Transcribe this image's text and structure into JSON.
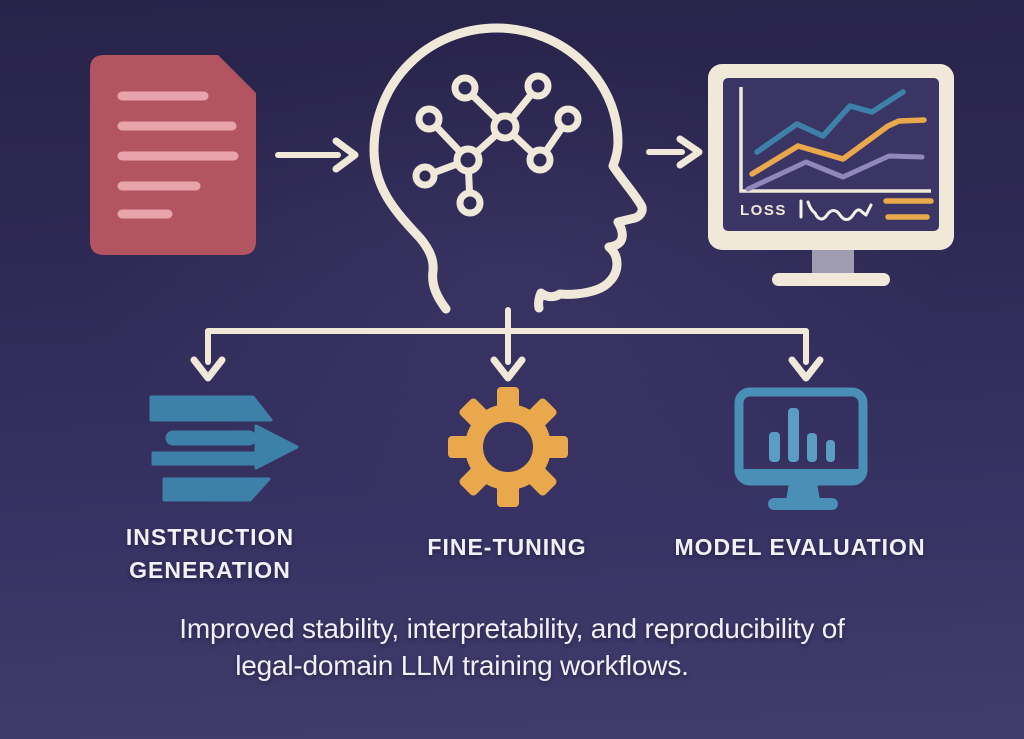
{
  "colors": {
    "bg-top": "#282349",
    "bg-bottom": "#413c6b",
    "cream": "#f0e9d9",
    "doc-red": "#b35461",
    "doc-line": "#e9a3ab",
    "accent-blue": "#3e81a8",
    "eval-blue": "#4a8fb6",
    "eval-blue-light": "#5b9dc1",
    "accent-orange": "#e9a84c",
    "chart-purple": "#9187ba",
    "screen-purple": "#3a3565",
    "stand-gray": "#a19db0",
    "node-fill": "#2f2a57",
    "gear-hole": "#373262",
    "text": "#f2f0f9"
  },
  "flow": {
    "input_icon": "legal-document-icon",
    "process_icon": "head-neural-network-icon",
    "output_icon": "monitor-loss-chart-icon"
  },
  "monitor": {
    "loss_label": "LOSS"
  },
  "branches": {
    "instruction": {
      "icon": "instruction-list-arrow-icon",
      "label": "INSTRUCTION\nGENERATION"
    },
    "fine_tuning": {
      "icon": "gear-icon",
      "label": "FINE-TUNING"
    },
    "evaluation": {
      "icon": "monitor-bar-chart-icon",
      "label": "MODEL EVALUATION"
    }
  },
  "caption": {
    "line1": "Improved stability, interpretability, and reproducibility of",
    "line2": "legal-domain LLM training workflows."
  }
}
